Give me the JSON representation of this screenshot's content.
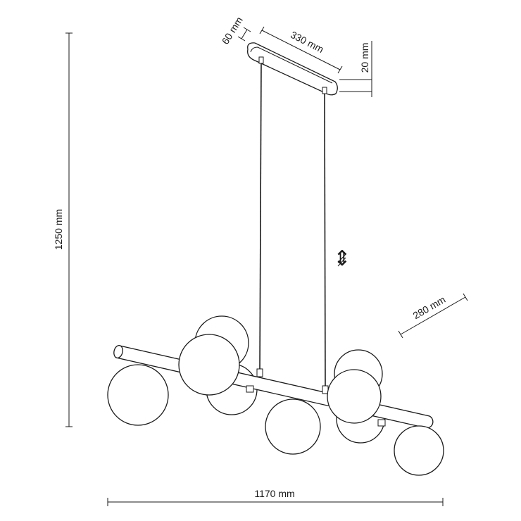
{
  "dimensions": {
    "height": "1250 mm",
    "width": "1170 mm",
    "canopy_length": "330 mm",
    "canopy_width": "60 mm",
    "canopy_height": "20 mm",
    "depth": "280 mm"
  },
  "symbols": {
    "adjustable_cable": "⇕"
  }
}
